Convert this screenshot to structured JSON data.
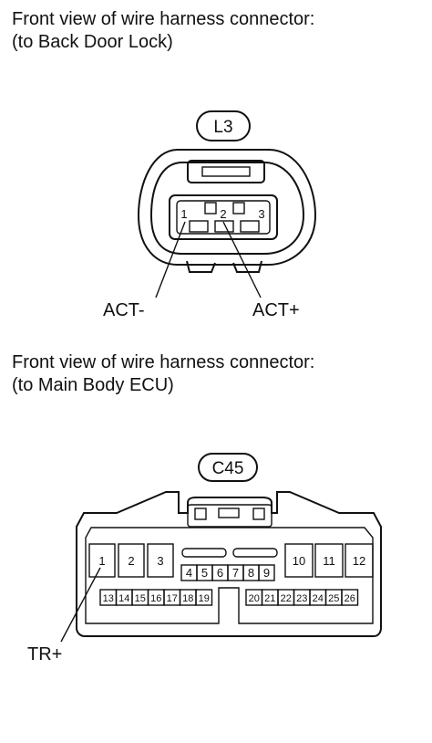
{
  "captions": {
    "back_door_lock": {
      "line1": "Front view of wire harness connector:",
      "line2": "(to Back Door Lock)"
    },
    "main_body_ecu": {
      "line1": "Front view of wire harness connector:",
      "line2": "(to Main Body ECU)"
    }
  },
  "connector_l3": {
    "code": "L3",
    "pins": [
      "1",
      "2",
      "3"
    ],
    "labels": {
      "pin1": "ACT-",
      "pin2": "ACT+"
    }
  },
  "connector_c45": {
    "code": "C45",
    "pins_top_left": [
      "1",
      "2",
      "3"
    ],
    "pins_top_mid": [
      "4",
      "5",
      "6",
      "7",
      "8",
      "9"
    ],
    "pins_top_right": [
      "10",
      "11",
      "12"
    ],
    "pins_bottom_left": [
      "13",
      "14",
      "15",
      "16",
      "17",
      "18",
      "19"
    ],
    "pins_bottom_right": [
      "20",
      "21",
      "22",
      "23",
      "24",
      "25",
      "26"
    ],
    "labels": {
      "pin1": "TR+"
    }
  }
}
